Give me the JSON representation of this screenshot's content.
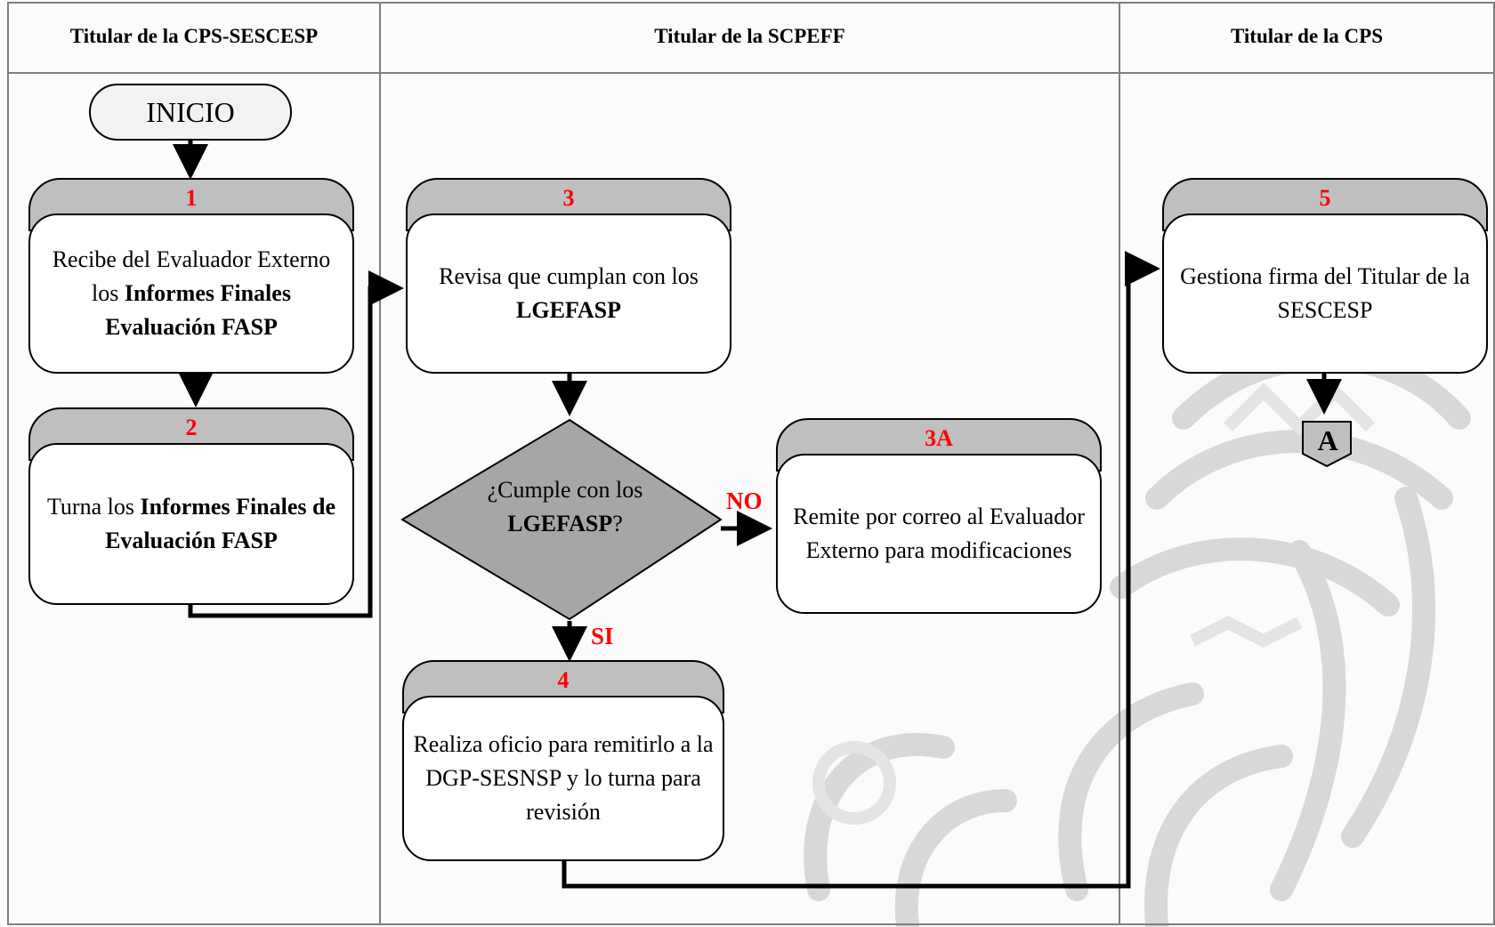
{
  "lanes": [
    {
      "title": "Titular de la CPS-SESCESP"
    },
    {
      "title": "Titular de la SCPEFF"
    },
    {
      "title": "Titular de la CPS"
    }
  ],
  "start": {
    "label": "INICIO"
  },
  "steps": {
    "s1": {
      "number": "1",
      "text_a": "Recibe del Evaluador Externo los ",
      "text_b": "Informes Finales Evaluación FASP"
    },
    "s2": {
      "number": "2",
      "text_a": "Turna los ",
      "text_b": "Informes Finales de Evaluación FASP"
    },
    "s3": {
      "number": "3",
      "text_a": "Revisa que cumplan con los ",
      "text_b": "LGEFASP"
    },
    "s3a": {
      "number": "3A",
      "text": "Remite por correo al Evaluador Externo para modificaciones"
    },
    "s4": {
      "number": "4",
      "text": "Realiza oficio para remitirlo a la DGP-SESNSP y lo turna para revisión"
    },
    "s5": {
      "number": "5",
      "text": "Gestiona firma del Titular de la SESCESP"
    }
  },
  "decision": {
    "text_a": "¿Cumple con los ",
    "text_b": "LGEFASP",
    "text_c": "?",
    "no_label": "NO",
    "yes_label": "SI"
  },
  "connector": {
    "label": "A"
  },
  "colors": {
    "step_number": "#ff0000",
    "tab_fill": "#bfbfbf",
    "decision_fill": "#a6a6a6",
    "watermark": "#d9d9d9"
  }
}
